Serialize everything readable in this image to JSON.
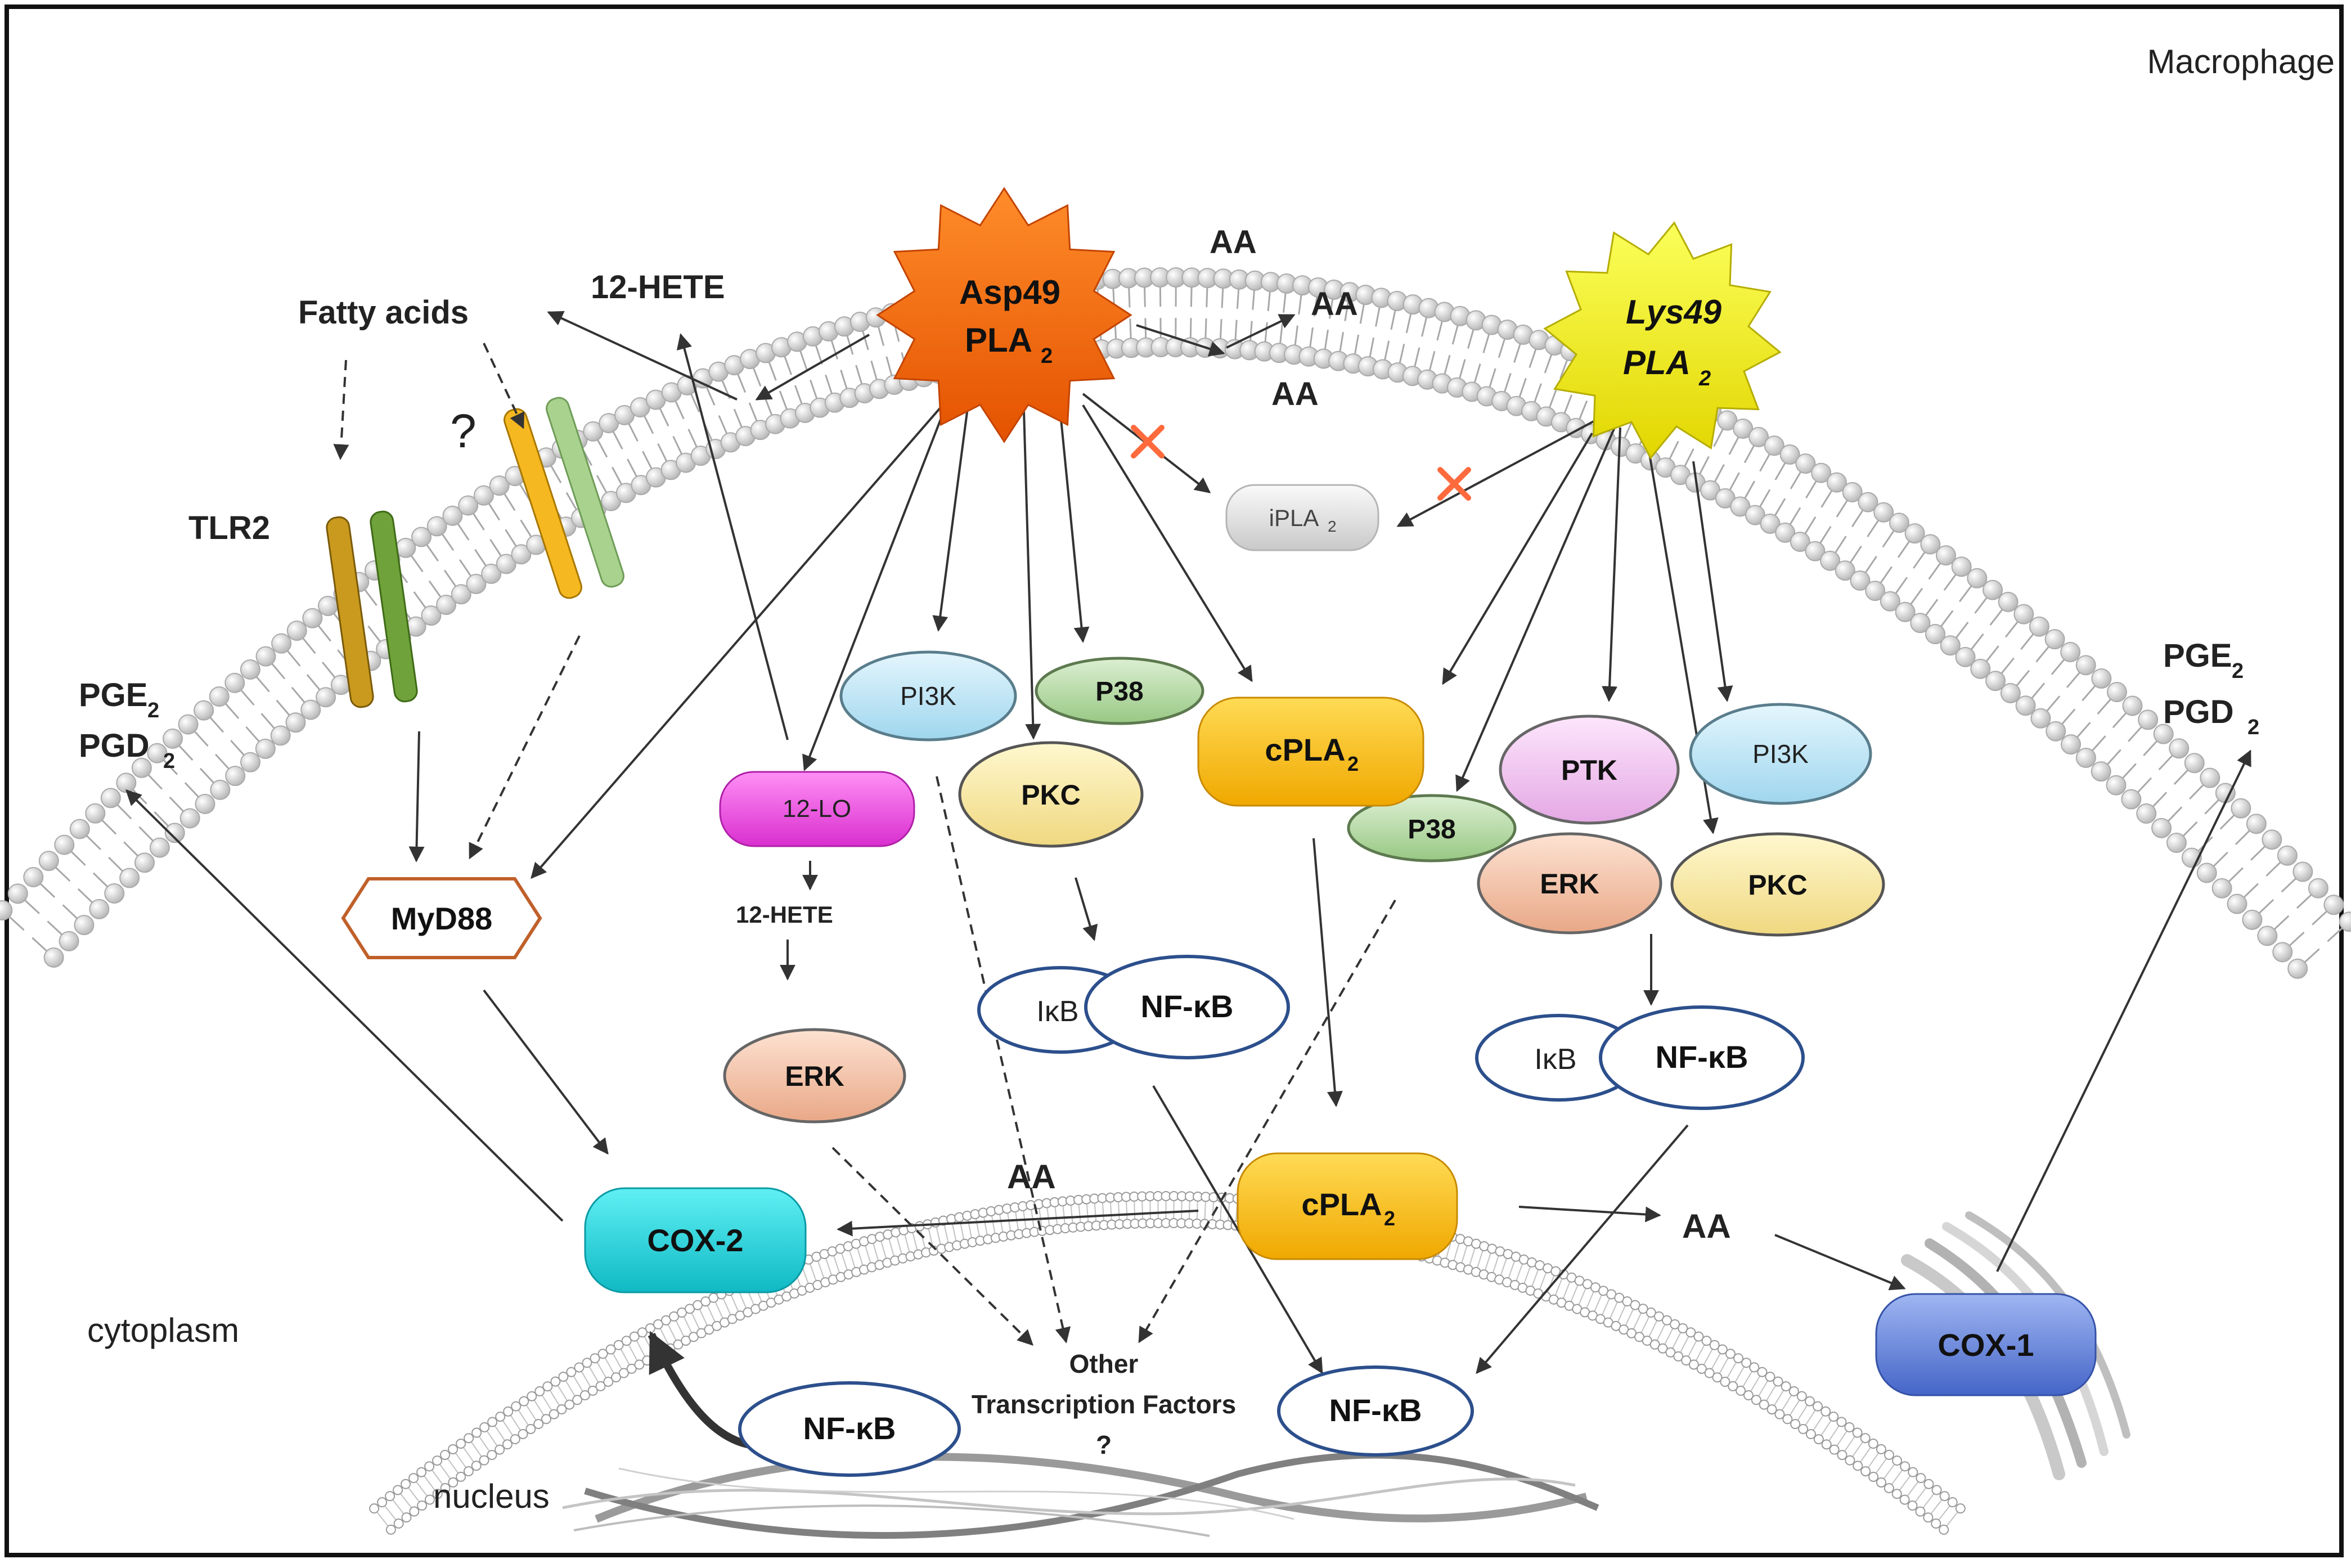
{
  "labels": {
    "macrophage": "Macrophage",
    "cytoplasm": "cytoplasm",
    "nucleus": "nucleus",
    "fatty_acids": "Fatty acids",
    "hete_top": "12-HETE",
    "hete_mid": "12-HETE",
    "question": "?",
    "tlr2": "TLR2",
    "aa_1": "AA",
    "aa_2": "AA",
    "aa_3": "AA",
    "aa_cox2": "AA",
    "aa_cox1": "AA",
    "other_tf_1": "Other",
    "other_tf_2": "Transcription  Factors",
    "other_tf_3": "?"
  },
  "enzymes": {
    "asp49_1": "Asp49",
    "asp49_2": "PLA",
    "lys49_1": "Lys49",
    "lys49_2": "PLA",
    "ipla2": "iPLA",
    "cpla2_upper": "cPLA",
    "cpla2_lower": "cPLA",
    "sub2": "2",
    "cox2": "COX-2",
    "cox1": "COX-1",
    "myd88": "MyD88",
    "lo12": "12-LO"
  },
  "kinases": {
    "pi3k_left": "PI3K",
    "p38_left": "P38",
    "pkc_left": "PKC",
    "erk_left": "ERK",
    "p38_right": "P38",
    "ptk": "PTK",
    "pi3k_right": "PI3K",
    "erk_right": "ERK",
    "pkc_right": "PKC"
  },
  "nfkb": {
    "ikb": "IκB",
    "nfkb": "NF-κB"
  },
  "prostaglandins": {
    "pge": "PGE",
    "pgd": "PGD",
    "sub2": "2"
  },
  "colors": {
    "asp49": "#ff6a00",
    "lys49": "#f2ea00",
    "pi3k": "#cdeefa",
    "p38": "#bfe0b0",
    "pkc": "#fff0a8",
    "erk": "#f7c7a8",
    "ptk": "#f6c9f5",
    "cpla2": "#ffc400",
    "cox2": "#22d6df",
    "cox1": "#5c7fd9",
    "lo12": "#f24fe6",
    "ipla2": "#e6e6e6",
    "nfkb_border": "#2c4f8c",
    "myd88_border": "#c0602a",
    "cross": "#ff6a3d"
  }
}
